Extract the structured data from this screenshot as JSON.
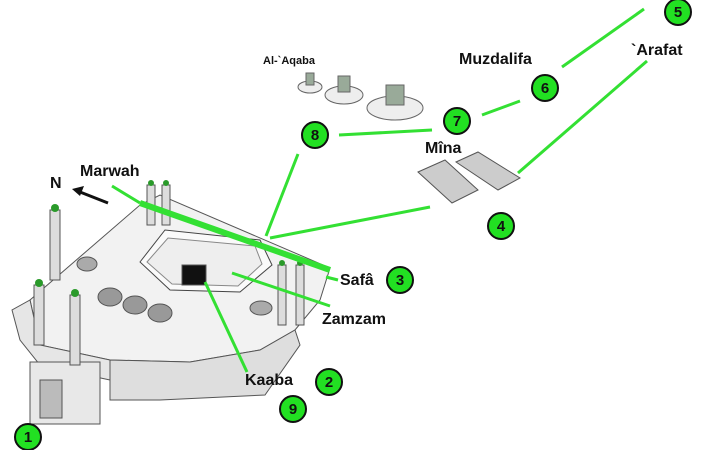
{
  "labels": {
    "aqaba": "Al-`Aqaba",
    "muzdalifa": "Muzdalifa",
    "arafat": "`Arafat",
    "mina": "Mîna",
    "marwah": "Marwah",
    "north": "N",
    "safa": "Safâ",
    "zamzam": "Zamzam",
    "kaaba": "Kaaba"
  },
  "steps": [
    "1",
    "2",
    "3",
    "4",
    "5",
    "6",
    "7",
    "8",
    "9"
  ],
  "colors": {
    "route": "#33e033",
    "marker": "#22e022",
    "outline": "#111111"
  }
}
